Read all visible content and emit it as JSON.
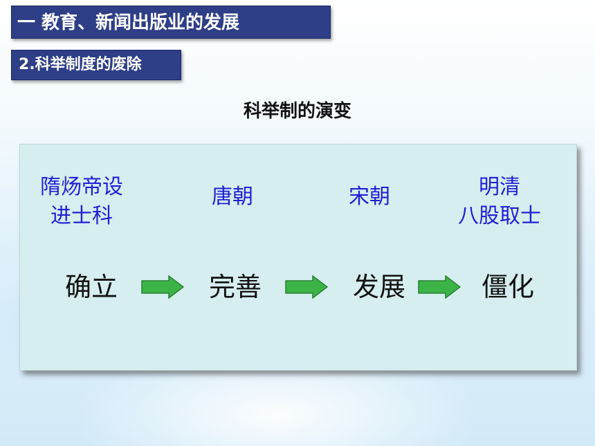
{
  "slide": {
    "section_title": "一 教育、新闻出版业的发展",
    "sub_title": "2.科举制度的废除",
    "heading": "科举制的演变"
  },
  "periods": [
    {
      "line1": "隋炀帝设",
      "line2": "进士科"
    },
    {
      "line1": "唐朝",
      "line2": ""
    },
    {
      "line1": "宋朝",
      "line2": ""
    },
    {
      "line1": "明清",
      "line2": "八股取士"
    }
  ],
  "stages": [
    "确立",
    "完善",
    "发展",
    "僵化"
  ],
  "colors": {
    "title_bg": "#2e3e87",
    "period_text": "#1f1fd6",
    "arrow_fill": "#3cb346",
    "panel_bg": "#d6eef0"
  },
  "icons": {
    "arrow": "right-arrow-icon"
  }
}
